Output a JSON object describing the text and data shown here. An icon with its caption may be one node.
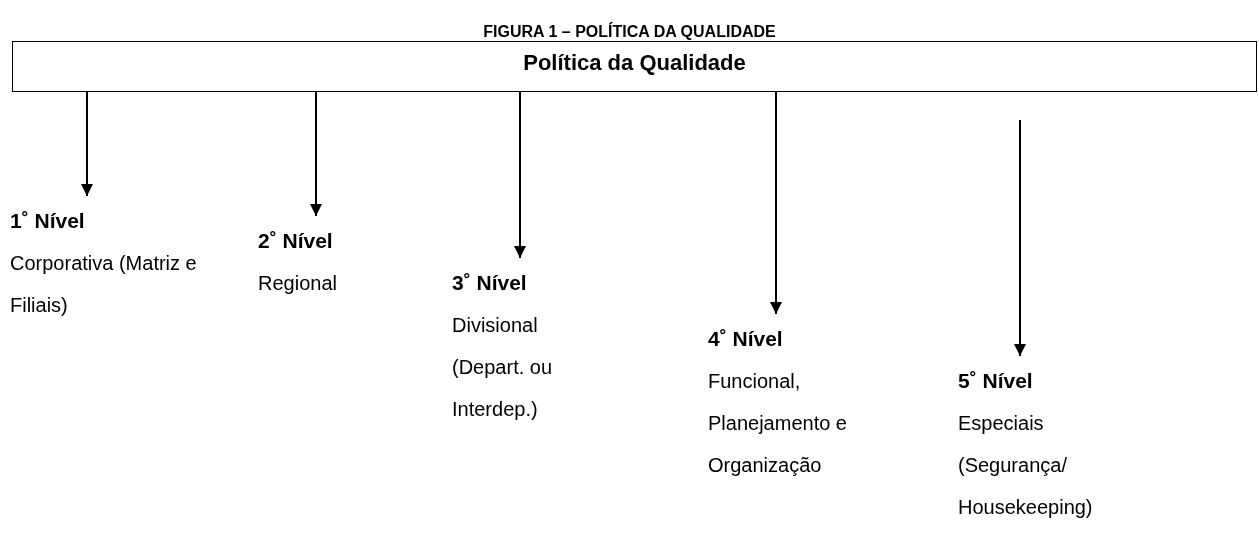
{
  "diagram": {
    "title": "FIGURA 1 – POLÍTICA DA QUALIDADE",
    "nodes": [
      {
        "text": [
          "Política da Qualidade"
        ]
      },
      {
        "text": [
          "1˚ Nível",
          "Corporativa (Matriz e Filiais)"
        ]
      },
      {
        "text": [
          "2˚ Nível",
          "Regional"
        ]
      },
      {
        "text": [
          "3˚ Nível",
          "Divisional (Depart. ou Interdep.)"
        ]
      },
      {
        "text": [
          "4˚ Nível",
          "Funcional, Planejamento e Organização"
        ]
      },
      {
        "text": [
          "5˚ Nível",
          "Especiais (Segurança/ Housekeeping)"
        ]
      }
    ],
    "edges": [
      {
        "from": 0,
        "to": 1,
        "arrow": "to"
      },
      {
        "from": 0,
        "to": 2,
        "arrow": "to"
      },
      {
        "from": 0,
        "to": 3,
        "arrow": "to"
      },
      {
        "from": 0,
        "to": 4,
        "arrow": "to"
      },
      {
        "from": 0,
        "to": 5,
        "arrow": "to"
      }
    ]
  }
}
